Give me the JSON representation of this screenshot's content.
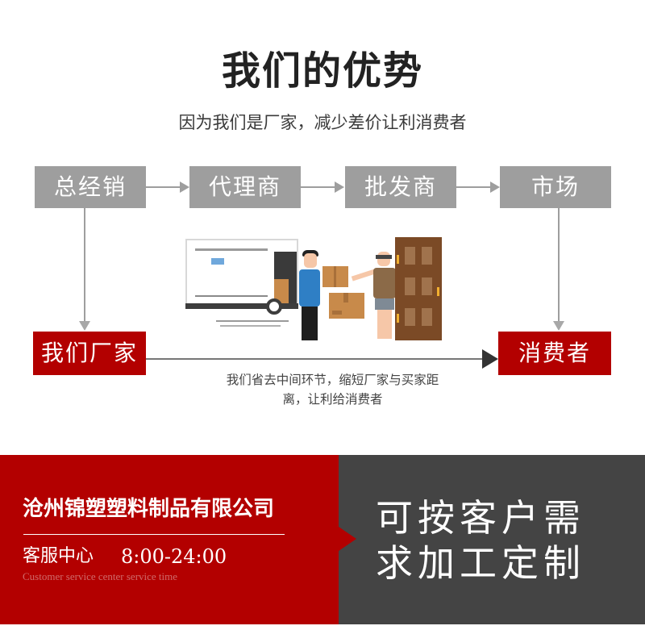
{
  "header": {
    "title": "我们的优势",
    "subtitle": "因为我们是厂家，减少差价让利消费者"
  },
  "flow": {
    "traditional_chain": [
      {
        "label": "总经销"
      },
      {
        "label": "代理商"
      },
      {
        "label": "批发商"
      },
      {
        "label": "市场"
      }
    ],
    "direct_chain": {
      "source": "我们厂家",
      "target": "消费者"
    },
    "note_line1": "我们省去中间环节，缩短厂家与买家距",
    "note_line2": "离，让利给消费者",
    "colors": {
      "gray_box": "#9e9e9e",
      "red_box": "#b30000",
      "arrow_dark": "#333333"
    }
  },
  "illustration": {
    "icon": "delivery-scene-icon",
    "elements": [
      "delivery-truck",
      "courier",
      "packages",
      "customer",
      "door"
    ]
  },
  "banner": {
    "company_name": "沧州锦塑塑料制品有限公司",
    "service_label": "客服中心",
    "service_hours": "8:00-24:00",
    "service_en": "Customer service center service time",
    "slogan_line1": "可按客户需",
    "slogan_line2": "求加工定制",
    "colors": {
      "left_bg": "#b30000",
      "right_bg": "#444444"
    }
  }
}
